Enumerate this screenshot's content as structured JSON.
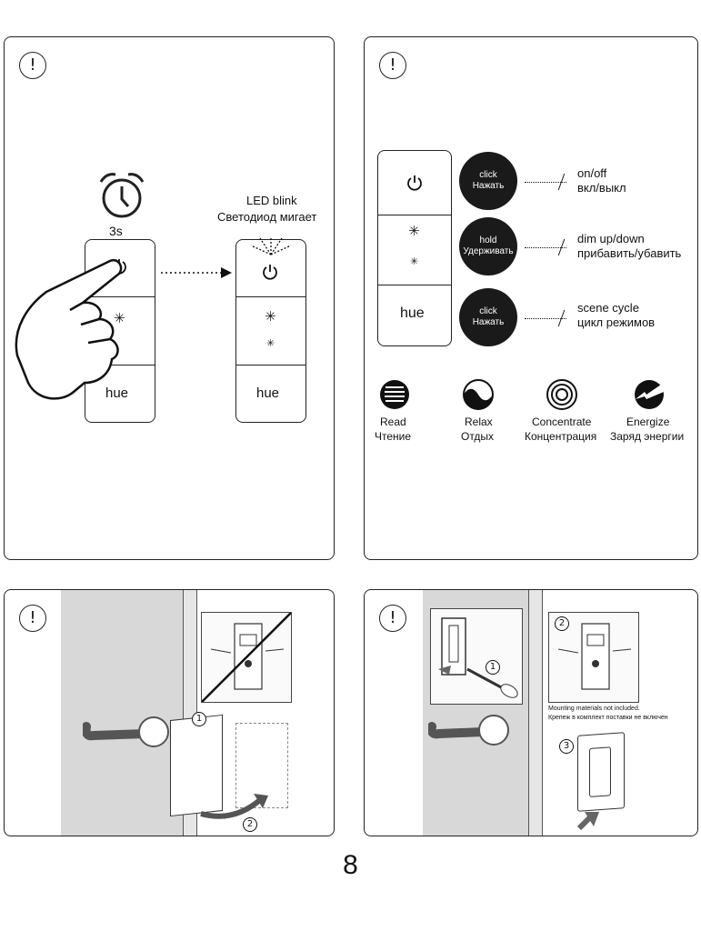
{
  "panel1": {
    "timer_label": "3s",
    "led_title": "LED blink",
    "led_title_ru": "Светодиод мигает",
    "remote_brand": "hue"
  },
  "panel2": {
    "remote_brand": "hue",
    "actions": [
      {
        "badge": "click",
        "badge_ru": "Нажать",
        "desc": "on/off",
        "desc_ru": "вкл/выкл"
      },
      {
        "badge": "hold",
        "badge_ru": "Удерживать",
        "desc": "dim up/down",
        "desc_ru": "прибавить/убавить"
      },
      {
        "badge": "click",
        "badge_ru": "Нажать",
        "desc": "scene cycle",
        "desc_ru": "цикл режимов"
      }
    ],
    "scenes": [
      {
        "name": "Read",
        "name_ru": "Чтение",
        "icon": "read-icon"
      },
      {
        "name": "Relax",
        "name_ru": "Отдых",
        "icon": "relax-icon"
      },
      {
        "name": "Concentrate",
        "name_ru": "Концентрация",
        "icon": "concentrate-icon"
      },
      {
        "name": "Energize",
        "name_ru": "Заряд энергии",
        "icon": "energize-icon"
      }
    ]
  },
  "panel3": {
    "step1": "1",
    "step2": "2"
  },
  "panel4": {
    "step1": "1",
    "step2": "2",
    "step3": "3",
    "note": "Mounting materials not included.",
    "note_ru": "Крепеж в комплект поставки не включен"
  },
  "notice_symbol": "!",
  "page_number": "8"
}
